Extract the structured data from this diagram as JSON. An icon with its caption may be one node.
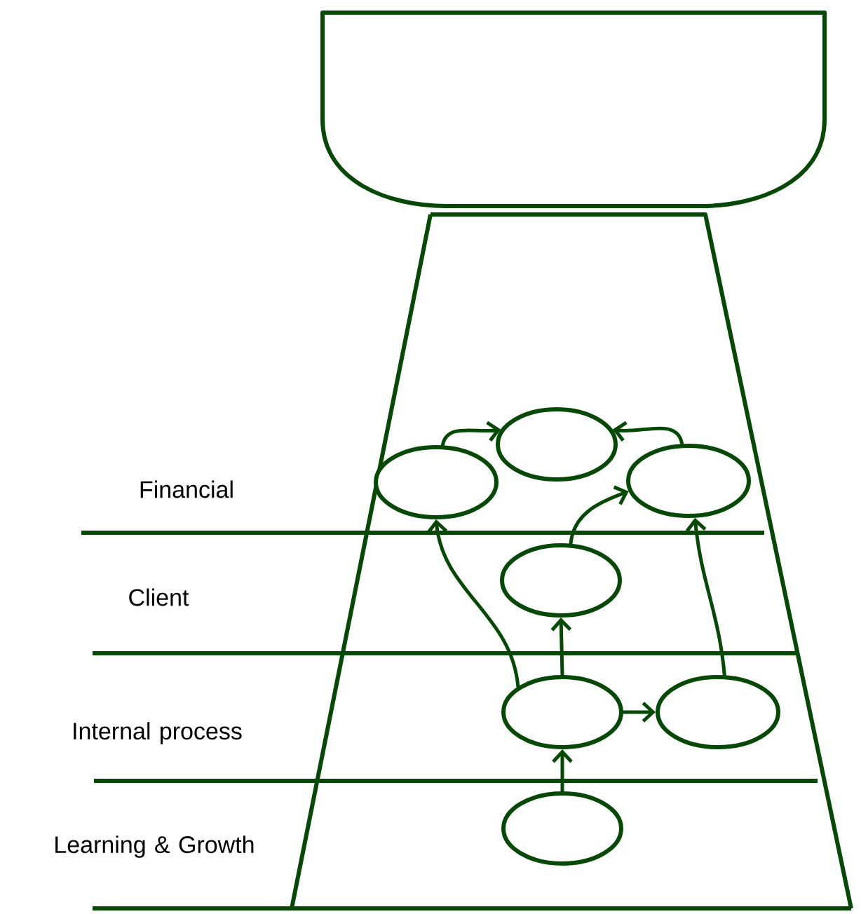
{
  "diagram": {
    "nodes": [
      {
        "text": [],
        "shape": "ellipse"
      },
      {
        "text": [],
        "shape": "ellipse"
      },
      {
        "text": [],
        "shape": "ellipse"
      },
      {
        "text": [],
        "shape": "ellipse"
      },
      {
        "text": [],
        "shape": "ellipse"
      },
      {
        "text": [],
        "shape": "ellipse"
      },
      {
        "text": [],
        "shape": "ellipse"
      }
    ],
    "edges": [
      {
        "from": 1,
        "to": 0,
        "arrow": "to"
      },
      {
        "from": 2,
        "to": 0,
        "arrow": "to"
      },
      {
        "from": 3,
        "to": 2,
        "arrow": "to"
      },
      {
        "from": 4,
        "to": 1,
        "arrow": "to"
      },
      {
        "from": 4,
        "to": 3,
        "arrow": "to"
      },
      {
        "from": 4,
        "to": 5,
        "arrow": "to"
      },
      {
        "from": 5,
        "to": 2,
        "arrow": "to"
      },
      {
        "from": 6,
        "to": 4,
        "arrow": "to"
      }
    ],
    "labels": [
      "Financial",
      "Client",
      "Internal process",
      "Learning & Growth"
    ]
  }
}
